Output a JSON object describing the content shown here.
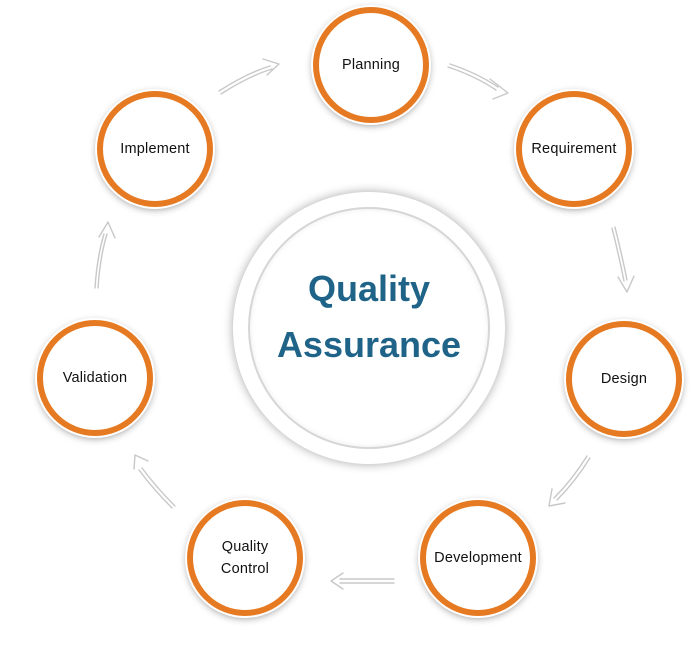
{
  "center": {
    "line1": "Quality",
    "line2": "Assurance"
  },
  "nodes": [
    {
      "label": "Planning"
    },
    {
      "label": "Requirement"
    },
    {
      "label": "Design"
    },
    {
      "label": "Development"
    },
    {
      "label": "Quality\nControl"
    },
    {
      "label": "Validation"
    },
    {
      "label": "Implement"
    }
  ],
  "colors": {
    "node_ring": "#e67a22",
    "center_text": "#1f6488",
    "arrow_stroke": "#c8c8c8"
  }
}
